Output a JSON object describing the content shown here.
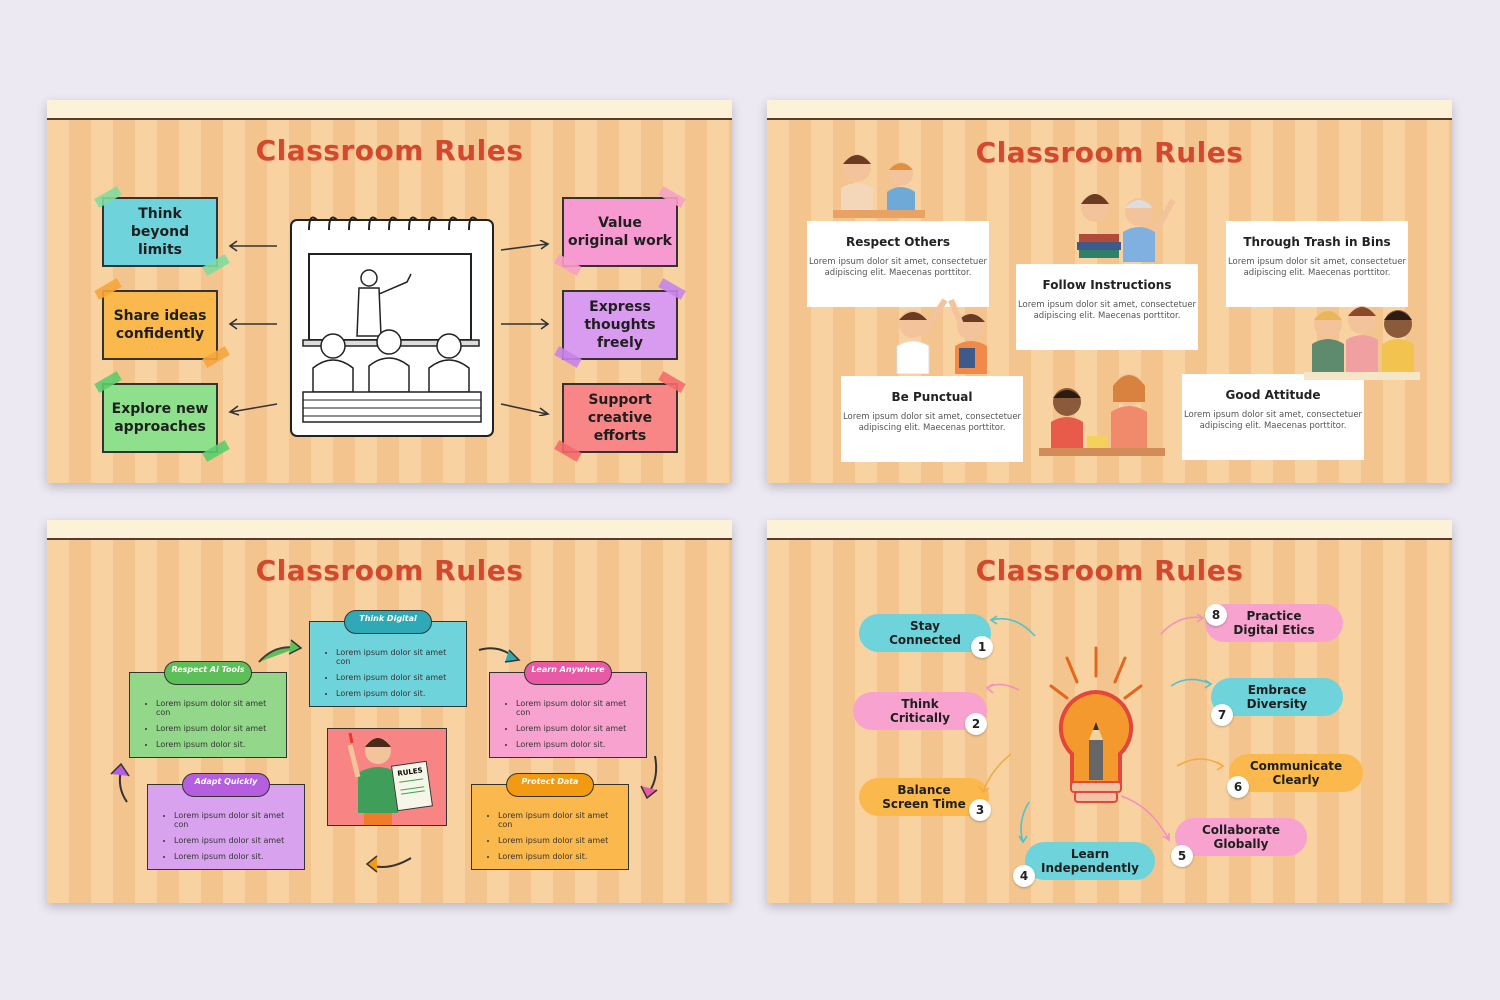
{
  "slides": [
    {
      "title": "Classroom Rules",
      "left_notes": [
        "Think beyond limits",
        "Share ideas confidently",
        "Explore new approaches"
      ],
      "right_notes": [
        "Value original work",
        "Express thoughts freely",
        "Support creative efforts"
      ],
      "colors": {
        "teal": "#6fd3dc",
        "orange": "#fbb84c",
        "green": "#8fe08c",
        "pink": "#f89ad2",
        "purple": "#d99bf0",
        "red": "#f88686"
      }
    },
    {
      "title": "Classroom Rules",
      "cards": [
        {
          "title": "Respect Others",
          "text": "Lorem ipsum dolor sit amet, consectetuer adipiscing elit. Maecenas porttitor."
        },
        {
          "title": "Follow Instructions",
          "text": "Lorem ipsum dolor sit amet, consectetuer adipiscing elit. Maecenas porttitor."
        },
        {
          "title": "Through Trash in Bins",
          "text": "Lorem ipsum dolor sit amet, consectetuer adipiscing elit. Maecenas porttitor."
        },
        {
          "title": "Be Punctual",
          "text": "Lorem ipsum dolor sit amet, consectetuer adipiscing elit. Maecenas porttitor."
        },
        {
          "title": "Good Attitude",
          "text": "Lorem ipsum dolor sit amet, consectetuer adipiscing elit. Maecenas porttitor."
        }
      ]
    },
    {
      "title": "Classroom Rules",
      "rules_sign": "RULES",
      "boxes": [
        {
          "label": "Respect Ai Tools",
          "items": [
            "Lorem ipsum dolor sit amet con",
            "Lorem ipsum dolor sit amet",
            "Lorem ipsum dolor sit."
          ]
        },
        {
          "label": "Think Digital",
          "items": [
            "Lorem ipsum dolor sit amet con",
            "Lorem ipsum dolor sit amet",
            "Lorem ipsum dolor sit."
          ]
        },
        {
          "label": "Learn Anywhere",
          "items": [
            "Lorem ipsum dolor sit amet con",
            "Lorem ipsum dolor sit amet",
            "Lorem ipsum dolor sit."
          ]
        },
        {
          "label": "Adapt Quickly",
          "items": [
            "Lorem ipsum dolor sit amet con",
            "Lorem ipsum dolor sit amet",
            "Lorem ipsum dolor sit."
          ]
        },
        {
          "label": "Protect Data",
          "items": [
            "Lorem ipsum dolor sit amet con",
            "Lorem ipsum dolor sit amet",
            "Lorem ipsum dolor sit."
          ]
        }
      ]
    },
    {
      "title": "Classroom Rules",
      "rules": [
        {
          "num": "1",
          "label": "Stay Connected"
        },
        {
          "num": "2",
          "label": "Think Critically"
        },
        {
          "num": "3",
          "label": "Balance Screen Time"
        },
        {
          "num": "4",
          "label": "Learn Independently"
        },
        {
          "num": "5",
          "label": "Collaborate Globally"
        },
        {
          "num": "6",
          "label": "Communicate Clearly"
        },
        {
          "num": "7",
          "label": "Embrace Diversity"
        },
        {
          "num": "8",
          "label": "Practice Digital Etics"
        }
      ]
    }
  ]
}
